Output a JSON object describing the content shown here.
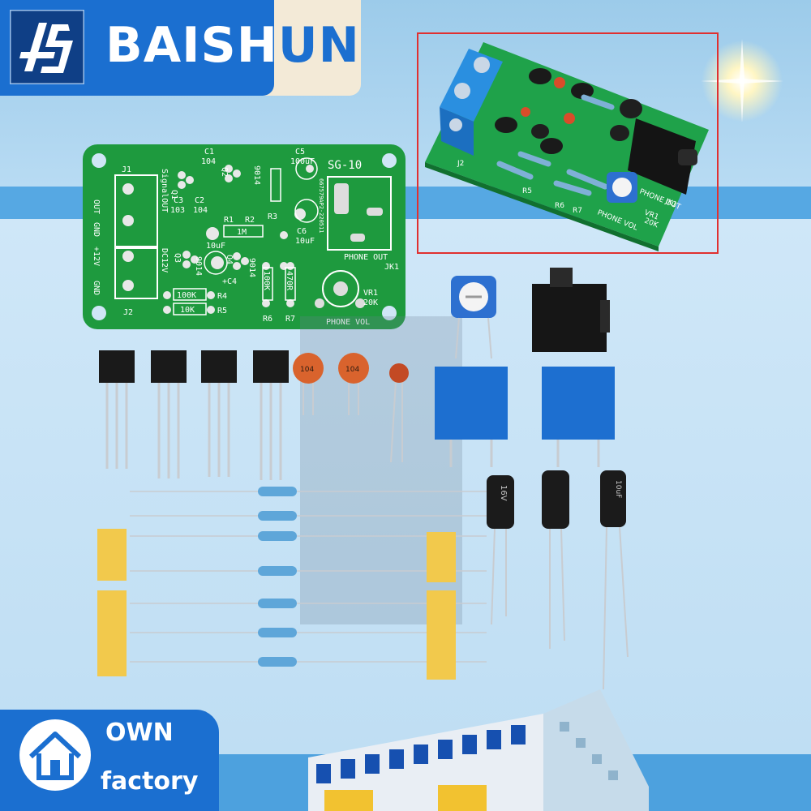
{
  "brand": {
    "name_head": "BAISH",
    "name_tail": "UN",
    "logo_letters": "BS"
  },
  "badge": {
    "line1": "OWN",
    "line2": "factory"
  },
  "pcb": {
    "model": "SG-10",
    "serial": "667579AP2-220511",
    "j1": "J1",
    "j2": "J2",
    "out": "OUT",
    "gnd": "GND",
    "v12": "+12V",
    "gnd2": "GND",
    "signal_out": "SignalOUT",
    "dc12v": "DC12V",
    "c1": "C1",
    "c1v": "104",
    "c2": "C2",
    "c3": "C3",
    "c3v": "103",
    "c2v": "104",
    "c4": "+C4",
    "c4v": "10uF",
    "c5": "C5",
    "c5v": "100uF",
    "c6": "C6",
    "c6v": "10uF",
    "q1": "Q1",
    "q2": "Q2",
    "q3": "Q3",
    "q4": "Q4",
    "t9014": "9014",
    "r1": "R1",
    "r2": "R2",
    "r2v": "1M",
    "r3": "R3",
    "r4": "R4",
    "r4v": "100K",
    "r5": "R5",
    "r5v": "10K",
    "r6": "R6",
    "r7": "R7",
    "r100k": "100K",
    "r470r": "470R",
    "phone_out": "PHONE  OUT",
    "jk1": "JK1",
    "vr1": "VR1",
    "vr1v": "20K",
    "phone_vol": "PHONE  VOL"
  },
  "photo": {
    "j2": "J2",
    "phone_out": "PHONE  OUT",
    "jk1": "JK1",
    "vr1": "VR1",
    "vr1v": "20K",
    "phone_vol": "PHONE  VOL",
    "r5": "R5",
    "r6": "R6",
    "r7": "R7"
  },
  "parts": {
    "cap_label": "104",
    "elec_label": "16V",
    "elec_label2": "10uF"
  }
}
